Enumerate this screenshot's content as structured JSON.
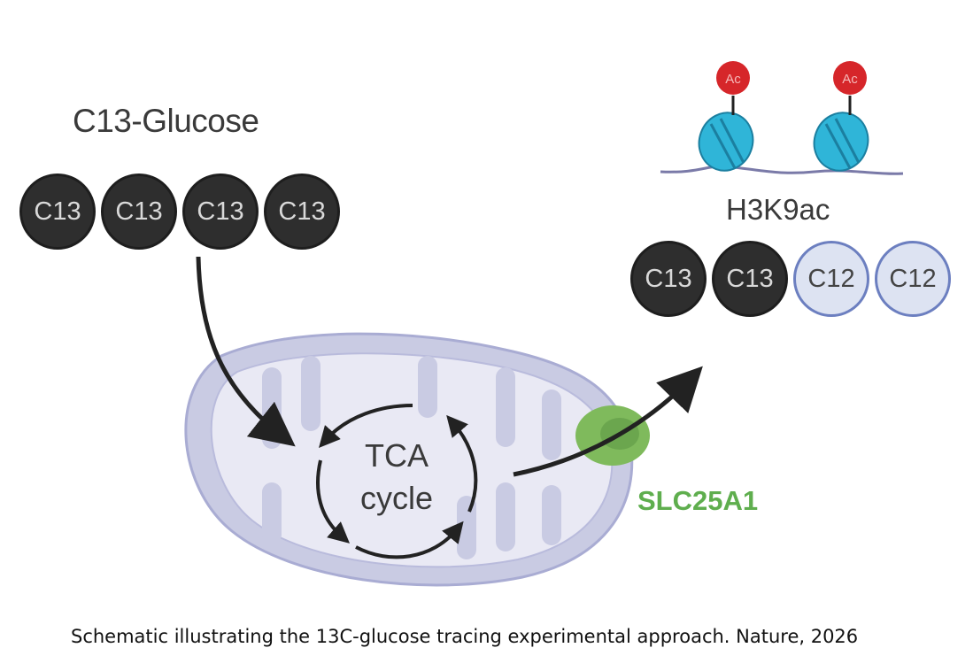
{
  "diagram": {
    "title": "C13-Glucose",
    "glucose_atoms": [
      {
        "text": "C13",
        "kind": "dark"
      },
      {
        "text": "C13",
        "kind": "dark"
      },
      {
        "text": "C13",
        "kind": "dark"
      },
      {
        "text": "C13",
        "kind": "dark"
      }
    ],
    "tca_line1": "TCA",
    "tca_line2": "cycle",
    "transporter": "SLC25A1",
    "histone_label": "H3K9ac",
    "acetyl_marks": [
      "Ac",
      "Ac"
    ],
    "acetyl_atoms": [
      {
        "text": "C13",
        "kind": "dark"
      },
      {
        "text": "C13",
        "kind": "dark"
      },
      {
        "text": "C12",
        "kind": "light"
      },
      {
        "text": "C12",
        "kind": "light"
      }
    ],
    "colors": {
      "dark_atom": "#2e2e2e",
      "light_atom": "#dde3f2",
      "light_atom_border": "#6c7fc0",
      "mitochondrion": "#c9cbe3",
      "transporter": "#7fba5c",
      "histone": "#2fb5d8",
      "acetyl": "#d6262a"
    }
  },
  "caption": "Schematic illustrating the 13C-glucose tracing experimental approach. Nature, 2026"
}
